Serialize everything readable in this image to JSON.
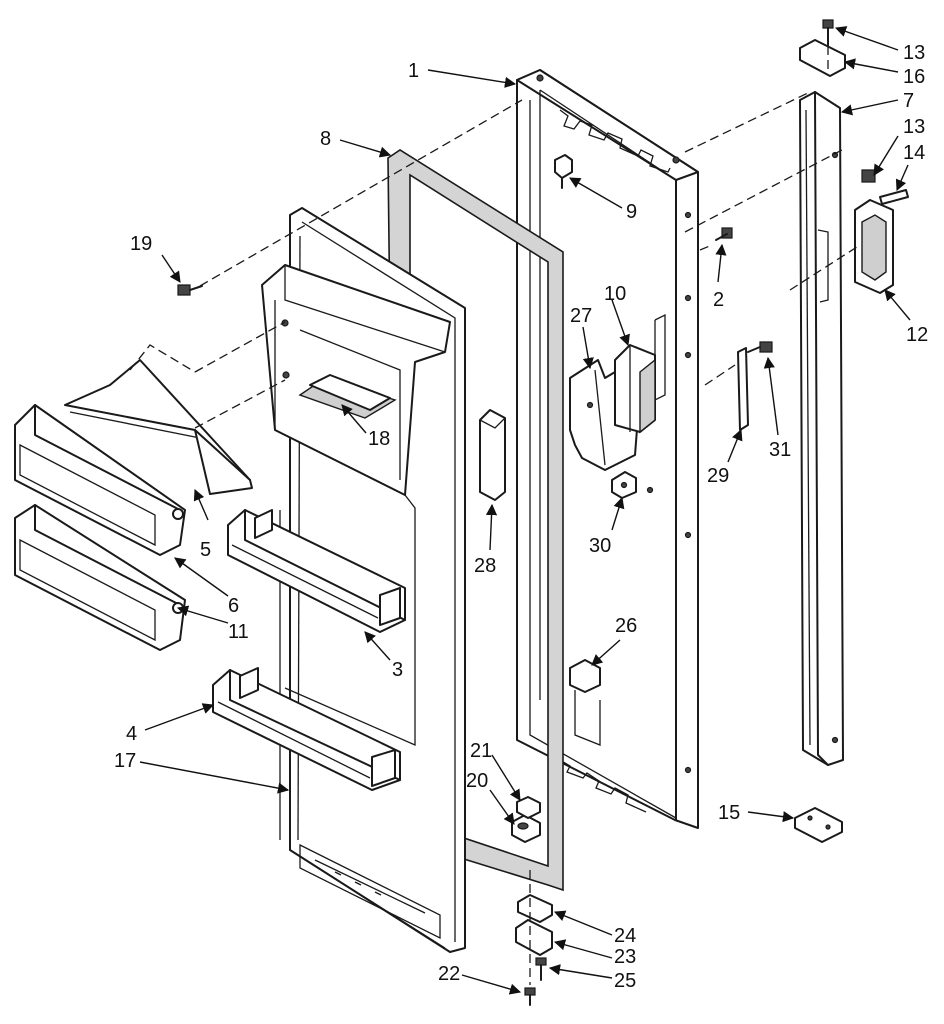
{
  "callouts": [
    {
      "label": "1"
    },
    {
      "label": "2"
    },
    {
      "label": "3"
    },
    {
      "label": "4"
    },
    {
      "label": "5"
    },
    {
      "label": "6"
    },
    {
      "label": "7"
    },
    {
      "label": "8"
    },
    {
      "label": "9"
    },
    {
      "label": "10"
    },
    {
      "label": "11"
    },
    {
      "label": "12"
    },
    {
      "label": "13"
    },
    {
      "label": "13"
    },
    {
      "label": "14"
    },
    {
      "label": "15"
    },
    {
      "label": "16"
    },
    {
      "label": "17"
    },
    {
      "label": "18"
    },
    {
      "label": "19"
    },
    {
      "label": "20"
    },
    {
      "label": "21"
    },
    {
      "label": "22"
    },
    {
      "label": "23"
    },
    {
      "label": "24"
    },
    {
      "label": "25"
    },
    {
      "label": "26"
    },
    {
      "label": "27"
    },
    {
      "label": "28"
    },
    {
      "label": "29"
    },
    {
      "label": "30"
    },
    {
      "label": "31"
    }
  ],
  "colors": {
    "ink": "#1a1a1a",
    "paper": "#ffffff",
    "gasket": "#d4d4d4"
  }
}
